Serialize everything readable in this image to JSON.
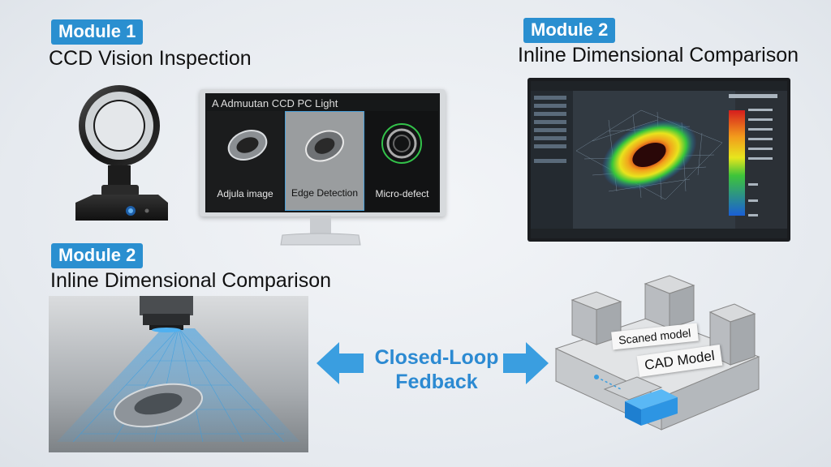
{
  "modules": {
    "top_left": {
      "badge": "Module 1",
      "title": "CCD Vision Inspection"
    },
    "top_right": {
      "badge": "Module 2",
      "title": "Inline Dimensional Comparison"
    },
    "mid_left": {
      "badge": "Module 2",
      "title": "Inline Dimensional Comparison"
    }
  },
  "inspection_screen": {
    "title": "A Admuutan CCD PC Light",
    "panels": [
      {
        "label": "Adjula image"
      },
      {
        "label": "Edge Detection"
      },
      {
        "label": "Micro-defect"
      }
    ]
  },
  "feedback": {
    "line1": "Closed-Loop",
    "line2": "Fedback"
  },
  "cad_callouts": {
    "scanned": "Scaned model",
    "cad": "CAD Model"
  },
  "colors": {
    "accent": "#2a8fd0",
    "arrow": "#3a9ee0",
    "feedback_text": "#2c8ad2"
  }
}
